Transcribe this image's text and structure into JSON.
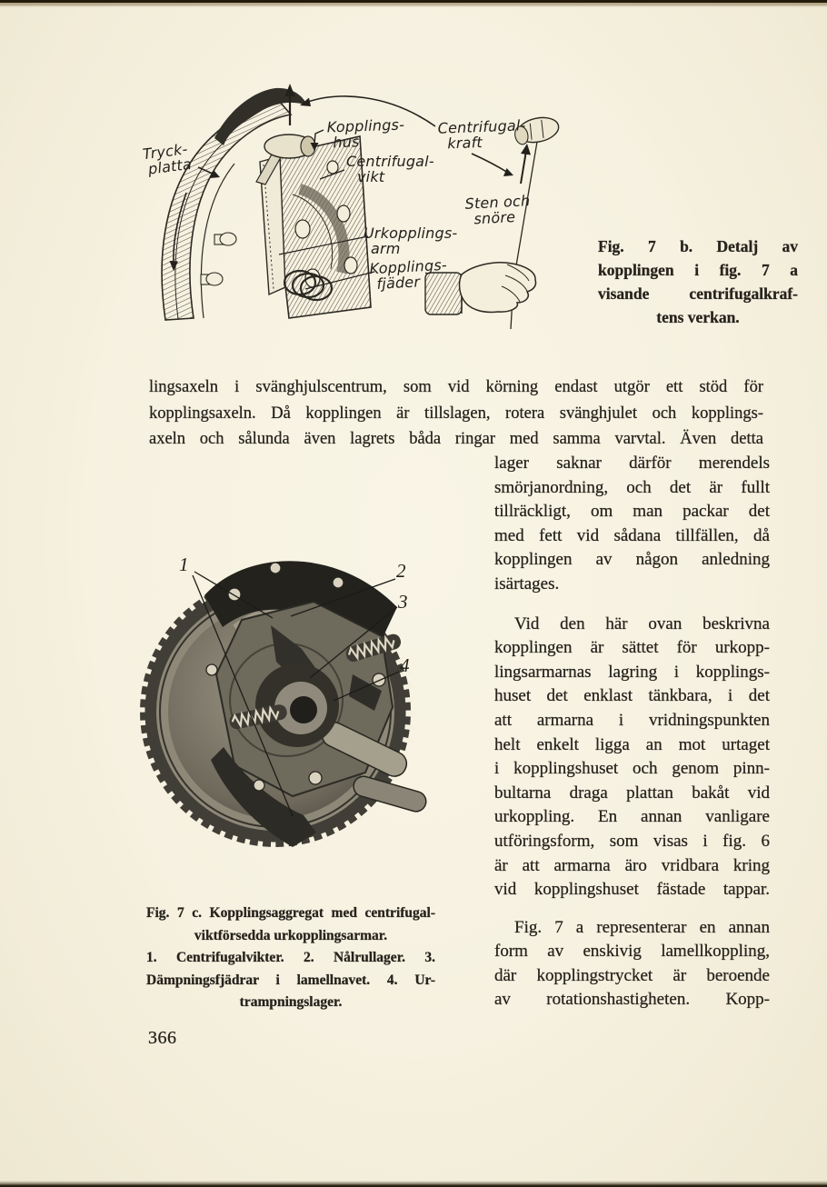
{
  "page": {
    "number": "366"
  },
  "colors": {
    "paper": "#f6f1e0",
    "ink": "#26231d"
  },
  "fig7b": {
    "labels": {
      "tryckplatta": [
        "Tryck-",
        "platta"
      ],
      "kopplingshus": [
        "Kopplings-",
        "hus"
      ],
      "centrifugalvikt": [
        "Centrifugal-",
        "vikt"
      ],
      "centrifugalkraft": [
        "Centrifugal-",
        "kraft"
      ],
      "stenochsnore": [
        "Sten och",
        "snöre"
      ],
      "urkopplingsarm": [
        "Urkopplings-",
        "arm"
      ],
      "kopplingsfjader": [
        "Kopplings-",
        "fjäder"
      ]
    },
    "caption": [
      "Fig. 7 b. Detalj av",
      "kopplingen i fig. 7 a",
      "visande centrifugalkraf-",
      "tens verkan."
    ]
  },
  "intro": [
    "lingsaxeln i svänghjulscentrum, som vid körning endast utgör ett stöd för",
    "kopplingsaxeln. Då kopplingen är tillslagen, rotera svänghjulet och kopplings-",
    "axeln och sålunda även lagrets båda ringar med samma varvtal. Även detta"
  ],
  "column": {
    "para1": [
      "lager saknar därför merendels",
      "smörjanordning, och det är fullt",
      "tillräckligt, om man packar det",
      "med fett vid sådana tillfällen, då",
      "kopplingen av någon anledning",
      "isärtages."
    ],
    "para2": [
      "Vid den här ovan beskrivna",
      "kopplingen är sättet för urkopp-",
      "lingsarmarnas lagring i kopplings-",
      "huset det enklast tänkbara, i det",
      "att armarna i vridningspunkten",
      "helt enkelt ligga an mot urtaget",
      "i kopplingshuset och genom pinn-",
      "bultarna draga plattan bakåt vid",
      "urkoppling. En annan vanligare",
      "utföringsform, som visas i fig. 6",
      "är att armarna äro vridbara kring",
      "vid kopplingshuset fästade tappar."
    ],
    "para3": [
      "Fig. 7 a representerar en annan",
      "form av enskivig lamellkoppling,",
      "där kopplingstrycket är beroende",
      "av rotationshastigheten. Kopp-"
    ]
  },
  "fig7c": {
    "callouts": [
      "1",
      "2",
      "3",
      "4"
    ],
    "caption": [
      "Fig. 7 c. Kopplingsaggregat med centrifugal-",
      "viktförsedda urkopplingsarmar.",
      "1. Centrifugalvikter. 2. Nålrullager. 3.",
      "Dämpningsfjädrar i lamellnavet. 4. Ur-",
      "trampningslager."
    ]
  }
}
